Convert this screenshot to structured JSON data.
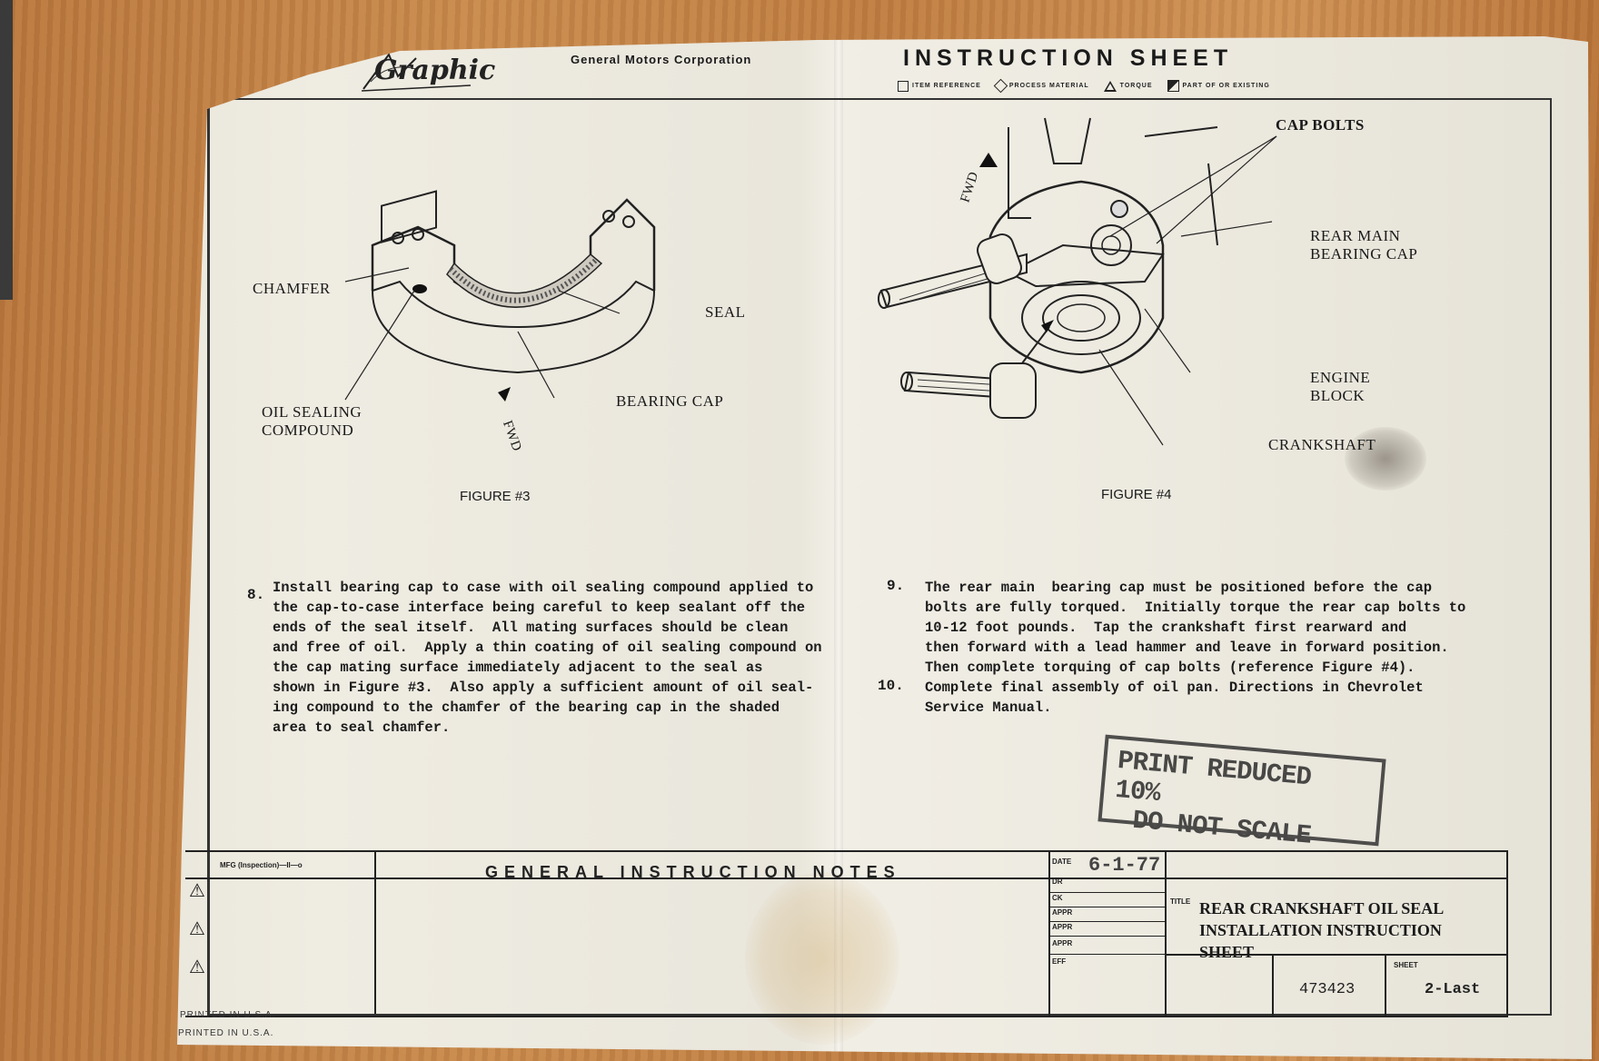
{
  "header": {
    "logo_text": "Graphic",
    "corporation": "General Motors Corporation",
    "title": "INSTRUCTION   SHEET",
    "legend": [
      {
        "icon": "square-icon",
        "label": "ITEM REFERENCE"
      },
      {
        "icon": "diamond-icon",
        "label": "PROCESS MATERIAL"
      },
      {
        "icon": "triangle-icon",
        "label": "TORQUE"
      },
      {
        "icon": "flag-icon",
        "label": "PART OF OR EXISTING"
      }
    ]
  },
  "figure3": {
    "caption": "FIGURE #3",
    "labels": {
      "chamfer": "CHAMFER",
      "seal": "SEAL",
      "bearing_cap": "BEARING CAP",
      "oil_sealing": "OIL SEALING\nCOMPOUND",
      "fwd": "FWD"
    }
  },
  "figure4": {
    "caption": "FIGURE #4",
    "labels": {
      "cap_bolts": "CAP BOLTS",
      "rear_main": "REAR MAIN\nBEARING CAP",
      "engine_block": "ENGINE\nBLOCK",
      "crankshaft": "CRANKSHAFT",
      "fwd": "FWD"
    }
  },
  "steps": {
    "step8_num": "8.",
    "step8": "Install bearing cap to case with oil sealing compound applied to\nthe cap-to-case interface being careful to keep sealant off the\nends of the seal itself.  All mating surfaces should be clean\nand free of oil.  Apply a thin coating of oil sealing compound on\nthe cap mating surface immediately adjacent to the seal as\nshown in Figure #3.  Also apply a sufficient amount of oil seal-\ning compound to the chamfer of the bearing cap in the shaded\narea to seal chamfer.",
    "step9_num": "9.",
    "step9": "The rear main  bearing cap must be positioned before the cap\nbolts are fully torqued.  Initially torque the rear cap bolts to\n10-12 foot pounds.  Tap the crankshaft first rearward and\nthen forward with a lead hammer and leave in forward position.\nThen complete torquing of cap bolts (reference Figure #4).",
    "step10_num": "10.",
    "step10": "Complete final assembly of oil pan. Directions in Chevrolet\nService Manual."
  },
  "stamp": {
    "line1": "PRINT REDUCED 10%",
    "line2": "DO NOT SCALE"
  },
  "title_block": {
    "mfg_label": "MFG (Inspection)—Il—o",
    "general_notes": "GENERAL   INSTRUCTION   NOTES",
    "date_label": "DATE",
    "date_value": "6-1-77",
    "dr_label": "DR",
    "ck_label": "CK",
    "appr_label": "APPR",
    "eff_label": "EFF",
    "title_label": "TITLE",
    "title_text": "REAR CRANKSHAFT OIL SEAL\nINSTALLATION INSTRUCTION\nSHEET",
    "part_number": "473423",
    "sheet_label": "SHEET",
    "sheet_value": "2-Last",
    "printed1": "PRINTED IN U.S.A.",
    "printed2": "PRINTED IN U.S.A."
  }
}
